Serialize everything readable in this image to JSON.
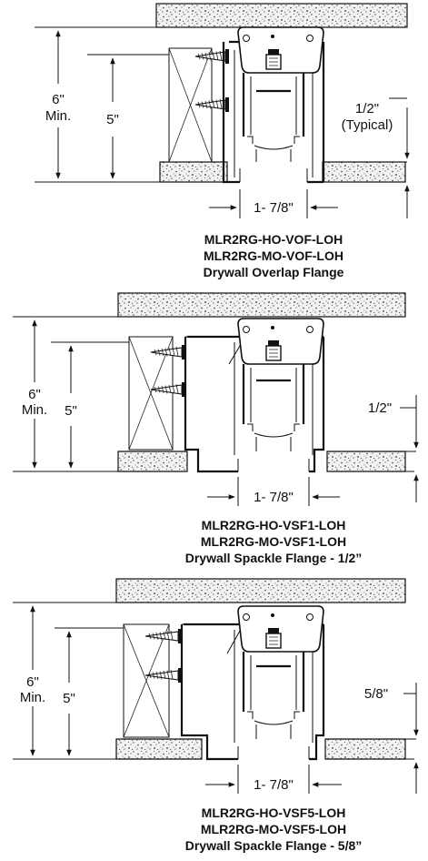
{
  "details": [
    {
      "dim_overall": "6\"",
      "dim_overall_sub": "Min.",
      "dim_inner": "5\"",
      "dim_side": "1/2\"",
      "dim_side_sub": "(Typical)",
      "dim_width": "1- 7/8\"",
      "line1": "MLR2RG-HO-VOF-LOH",
      "line2": "MLR2RG-MO-VOF-LOH",
      "line3": "Drywall Overlap Flange"
    },
    {
      "dim_overall": "6\"",
      "dim_overall_sub": "Min.",
      "dim_inner": "5\"",
      "dim_side": "1/2\"",
      "dim_width": "1- 7/8\"",
      "line1": "MLR2RG-HO-VSF1-LOH",
      "line2": "MLR2RG-MO-VSF1-LOH",
      "line3": "Drywall Spackle Flange - 1/2”"
    },
    {
      "dim_overall": "6\"",
      "dim_overall_sub": "Min.",
      "dim_inner": "5\"",
      "dim_side": "5/8\"",
      "dim_width": "1- 7/8\"",
      "line1": "MLR2RG-HO-VSF5-LOH",
      "line2": "MLR2RG-MO-VSF5-LOH",
      "line3": "Drywall Spackle Flange - 5/8”"
    }
  ]
}
